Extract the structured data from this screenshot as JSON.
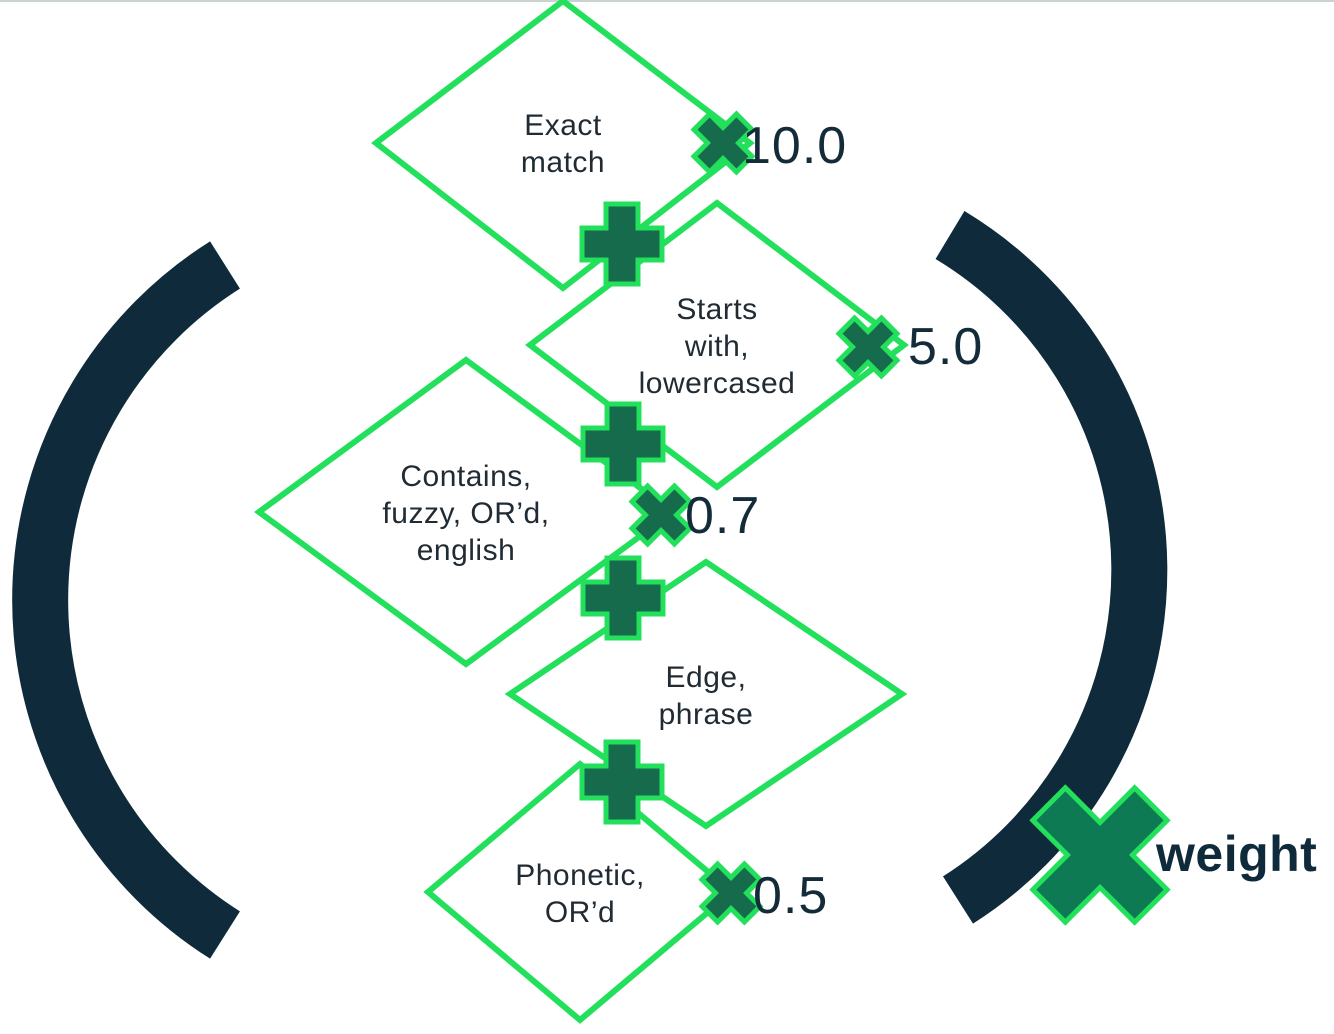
{
  "diagram": {
    "title_semantic": "search-score-formula",
    "clauses": [
      {
        "label": "Exact\nmatch",
        "weight": "10.0"
      },
      {
        "label": "Starts\nwith,\nlowercased",
        "weight": "5.0"
      },
      {
        "label": "Contains,\nfuzzy, OR’d,\nenglish",
        "weight": "0.7"
      },
      {
        "label": "Edge,\nphrase"
      },
      {
        "label": "Phonetic,\nOR’d",
        "weight": "0.5"
      }
    ],
    "multiplier_label": "weight",
    "operators": {
      "plus": "+",
      "multiply": "×"
    },
    "parentheses": {
      "open": "(",
      "close": ")"
    }
  },
  "colors": {
    "diamond_outline": "#23e05c",
    "operator_fill": "#156b4b",
    "big_multiplier_fill": "#0e7a53",
    "parenthesis_navy": "#0f2b3b",
    "label_text": "#212b33",
    "number_text": "#142c3a",
    "background": "#ffffff",
    "top_edge_line": "#cbd2d2"
  }
}
